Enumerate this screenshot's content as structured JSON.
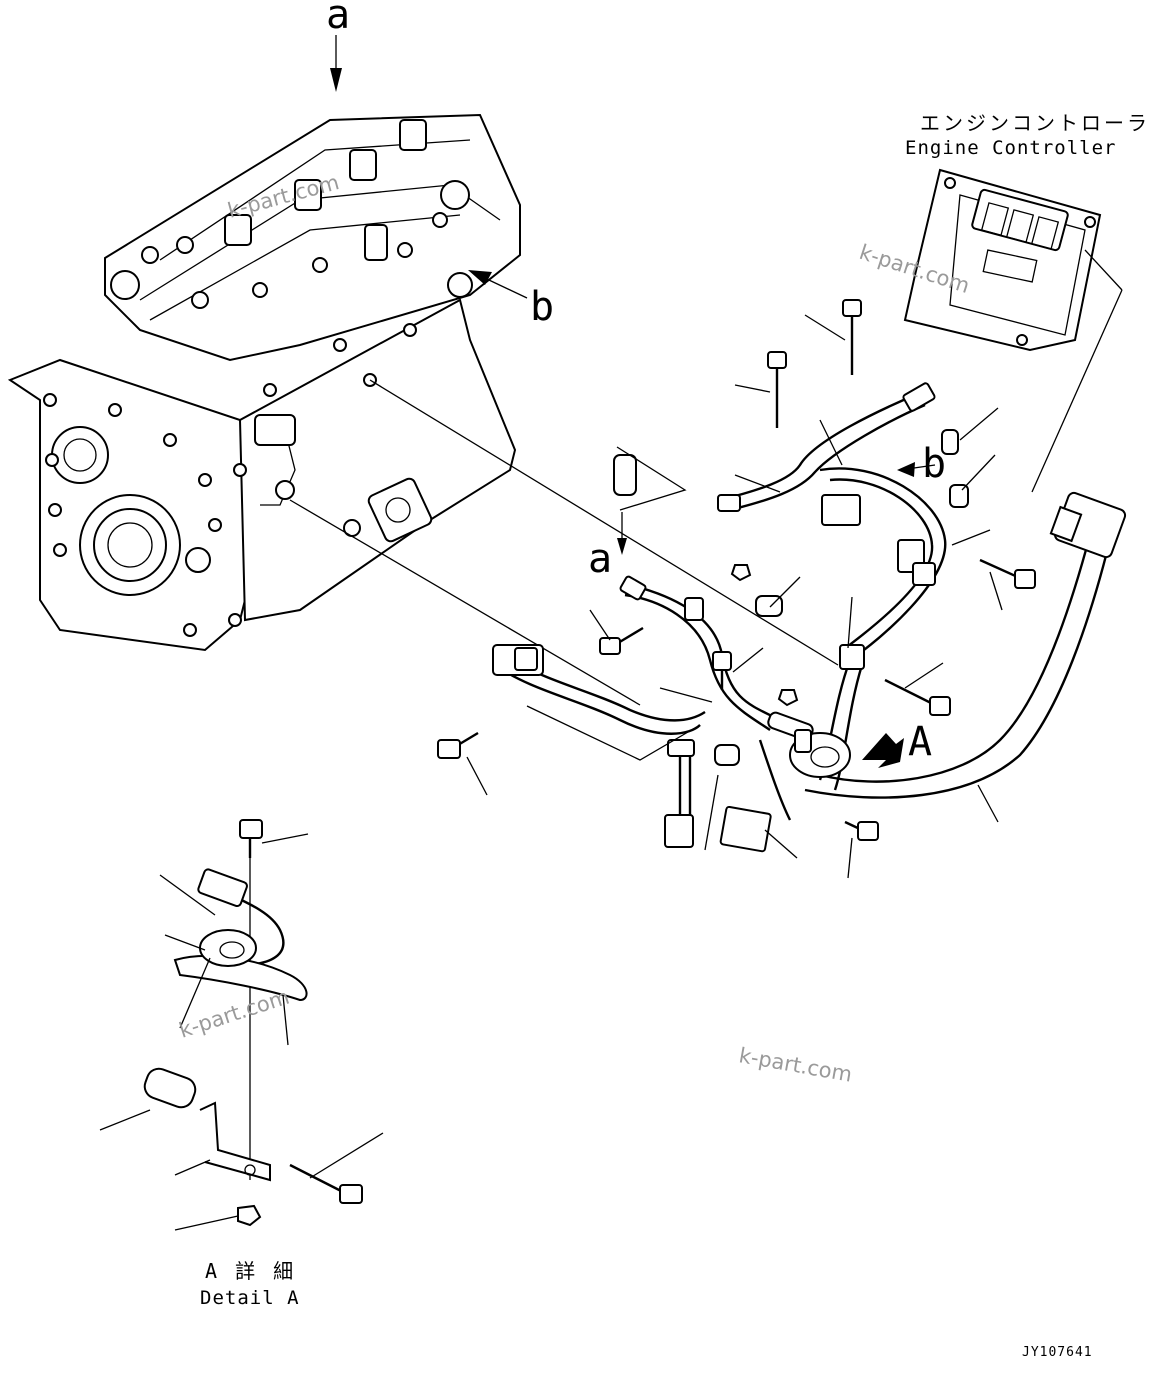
{
  "labels": {
    "view_a": "a",
    "view_b": "b",
    "arrow_a_small": "a",
    "arrow_b_small": "b",
    "detail_arrow": "A"
  },
  "controller": {
    "name_jp": "エンジンコントローラ",
    "name_en": "Engine Controller"
  },
  "detail": {
    "title_jp": "A 詳 細",
    "title_en": "Detail A"
  },
  "drawing_code": "JY107641",
  "watermarks": [
    "k-part.com",
    "k-part.com",
    "k-part.com",
    "k-part.com"
  ]
}
